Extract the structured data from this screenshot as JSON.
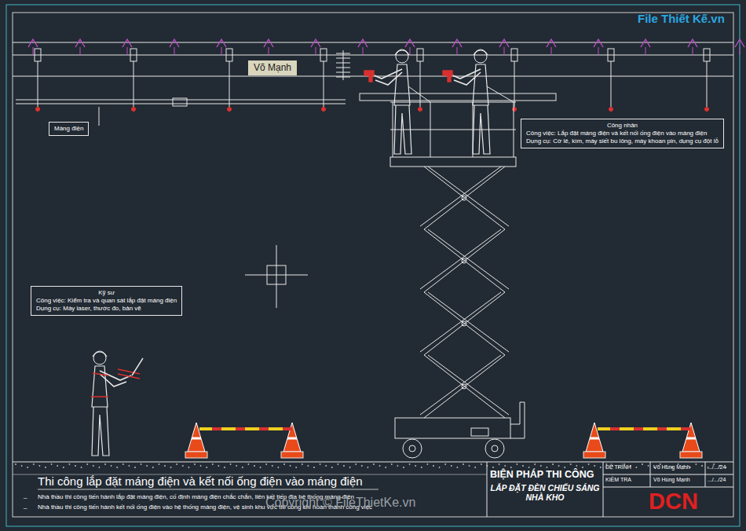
{
  "diagram": {
    "title": "Thi công lắp đặt máng điện và kết nối ống điện vào máng điện",
    "nodes": [
      {
        "text": [
          "Võ Mạnh"
        ]
      },
      {
        "text": [
          "Máng điện"
        ]
      },
      {
        "text": [
          "Công nhân",
          "Công việc: Lắp đặt máng điện và kết nối ống điện vào máng điện",
          "Dụng cụ: Cờ lê, kìm, máy siết bu lông, máy khoan pin, dụng cụ đột lỗ"
        ]
      },
      {
        "text": [
          "Kỹ sư",
          "Công việc: Kiểm tra và quan sát lắp đặt máng điện",
          "Dụng cụ: Máy laser, thước đo, bản vẽ"
        ]
      }
    ],
    "labels": [
      "_",
      "Nhà thầu thi công tiến hành lắp đặt máng điện, cố định máng điện chắc chắn, liên kết tiếp địa hệ thống máng điện",
      "_",
      "Nhà thầu thi công tiến hành kết nối ống điện vào hệ thống máng điện, vệ sinh khu vực thi công khi hoàn thành công việc",
      "BIỆN PHÁP THI CÔNG",
      "LẮP ĐẶT ĐÈN CHIẾU SÁNG NHÀ KHO",
      "ĐỆ TRÌNH",
      "Võ Hùng Mạnh",
      ".../.../24",
      "KIỂM TRA",
      "Võ Hùng Mạnh",
      ".../.../24",
      "DCN",
      "Copyright © FileThietKe.vn",
      "File Thiết Kế.vn"
    ]
  }
}
